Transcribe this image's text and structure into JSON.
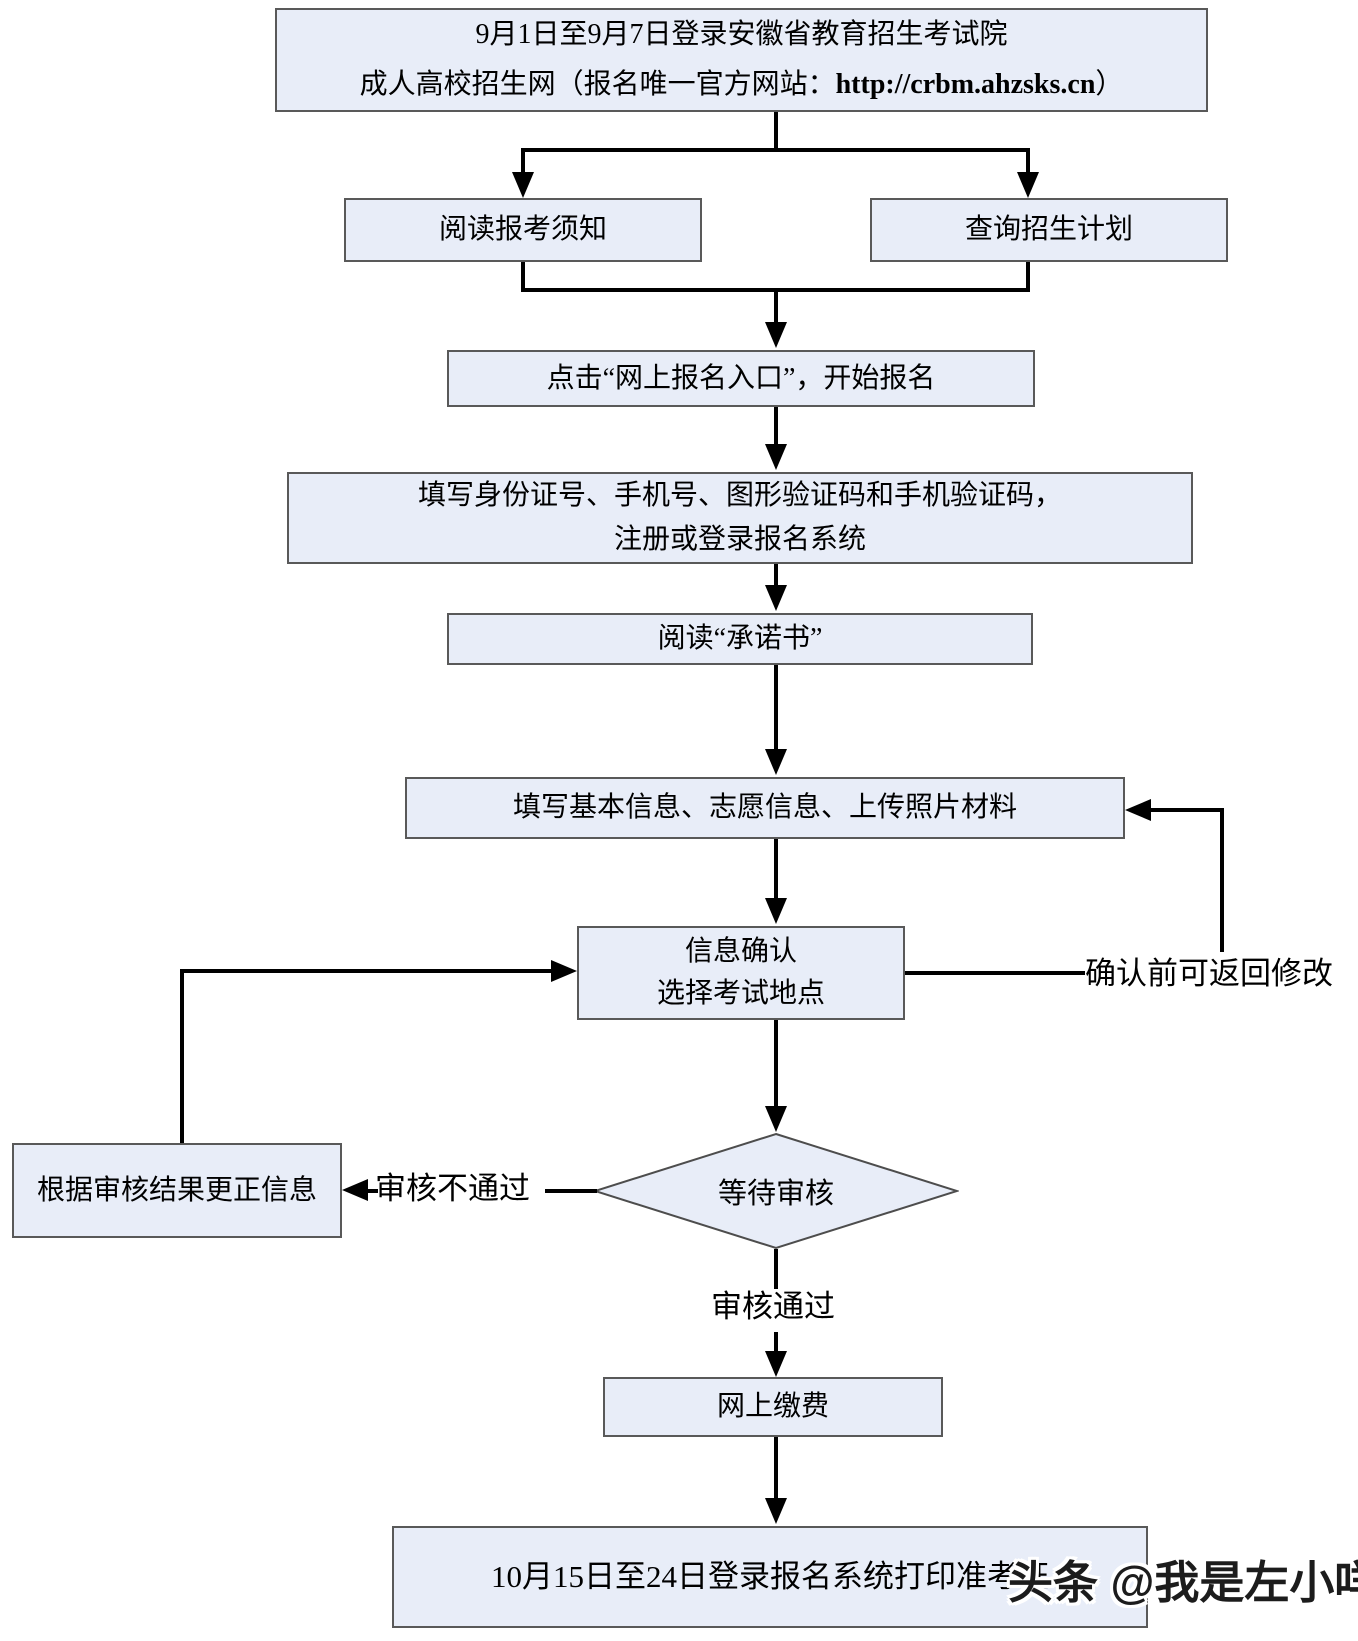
{
  "flowchart": {
    "nodes": {
      "top": {
        "line1": "9月1日至9月7日登录安徽省教育招生考试院",
        "line2_prefix": "成人高校招生网（报名唯一官方网站：",
        "line2_url": "http://crbm.ahzsks.cn",
        "line2_suffix": "）"
      },
      "read_notice": {
        "label": "阅读报考须知"
      },
      "query_plan": {
        "label": "查询招生计划"
      },
      "entry": {
        "label": "点击“网上报名入口”，开始报名"
      },
      "register": {
        "line1": "填写身份证号、手机号、图形验证码和手机验证码，",
        "line2": "注册或登录报名系统"
      },
      "promise": {
        "label": "阅读“承诺书”"
      },
      "fill_info": {
        "label": "填写基本信息、志愿信息、上传照片材料"
      },
      "confirm": {
        "line1": "信息确认",
        "line2": "选择考试地点"
      },
      "correction": {
        "label": "根据审核结果更正信息"
      },
      "wait_review": {
        "label": "等待审核"
      },
      "payment": {
        "label": "网上缴费"
      },
      "print_ticket": {
        "label": "10月15日至24日登录报名系统打印准考证"
      }
    },
    "edge_labels": {
      "return_modify": "确认前可返回修改",
      "review_fail": "审核不通过",
      "review_pass": "审核通过"
    },
    "colors": {
      "node_fill": "#e8edf8",
      "node_border": "#595959",
      "diamond_border": "#4d4d4d",
      "line": "#000000"
    }
  },
  "watermark": {
    "text": "头条 @我是左小咩"
  }
}
